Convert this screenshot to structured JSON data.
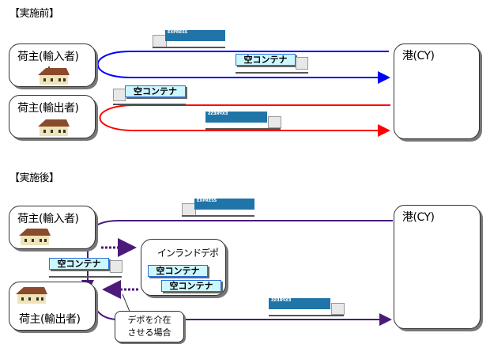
{
  "before": {
    "title": "【実施前】",
    "importer_label": "荷主(輸入者)",
    "exporter_label": "荷主(輸出者)",
    "port_label": "港(CY)",
    "container_label_1": "空コンテナ",
    "container_label_2": "空コンテナ",
    "truck_text": "EXPRESS",
    "import_route_color": "#0000ff",
    "export_route_color": "#ff0000"
  },
  "after": {
    "title": "【実施後】",
    "importer_label": "荷主(輸入者)",
    "exporter_label": "荷主(輸出者)",
    "port_label": "港(CY)",
    "depot_label": "インランドデポ",
    "depot_container_1": "空コンテナ",
    "depot_container_2": "空コンテナ",
    "truck_container_label": "空コンテナ",
    "callout_line_1": "デポを介在",
    "callout_line_2": "させる場合",
    "truck_text": "EXPRESS",
    "route_color": "#4b1a7a"
  }
}
